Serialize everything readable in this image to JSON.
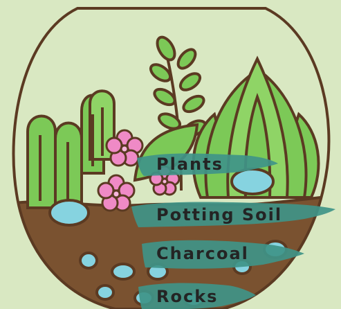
{
  "colors": {
    "background": "#d9e8c2",
    "outline": "#5b3a22",
    "soil": "#7a5230",
    "rock": "#86d3e0",
    "plant": "#7cc957",
    "flower": "#ef8ac6",
    "label_brush": "#3f9488"
  },
  "layers": [
    {
      "label": "Plants"
    },
    {
      "label": "Potting Soil"
    },
    {
      "label": "Charcoal"
    },
    {
      "label": "Rocks"
    }
  ]
}
